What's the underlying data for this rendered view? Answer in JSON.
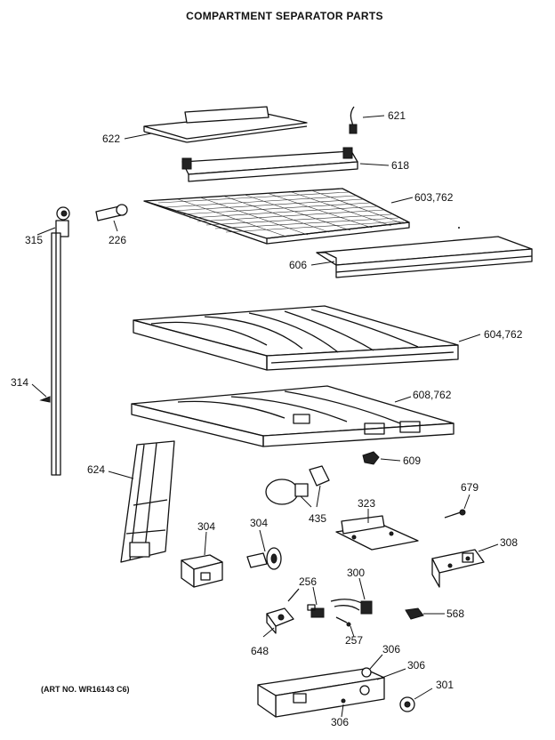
{
  "title": "COMPARTMENT SEPARATOR PARTS",
  "art_number": "(ART NO. WR16143 C6)",
  "labels": {
    "p622": "622",
    "p621": "621",
    "p618": "618",
    "p603": "603,762",
    "p315": "315",
    "p226": "226",
    "p606": "606",
    "p604": "604,762",
    "p314": "314",
    "p608": "608,762",
    "p609": "609",
    "p624": "624",
    "p435": "435",
    "p679": "679",
    "p323": "323",
    "p304a": "304",
    "p304b": "304",
    "p308": "308",
    "p256": "256",
    "p300": "300",
    "p568": "568",
    "p648": "648",
    "p257": "257",
    "p306a": "306",
    "p306b": "306",
    "p306c": "306",
    "p301": "301"
  }
}
